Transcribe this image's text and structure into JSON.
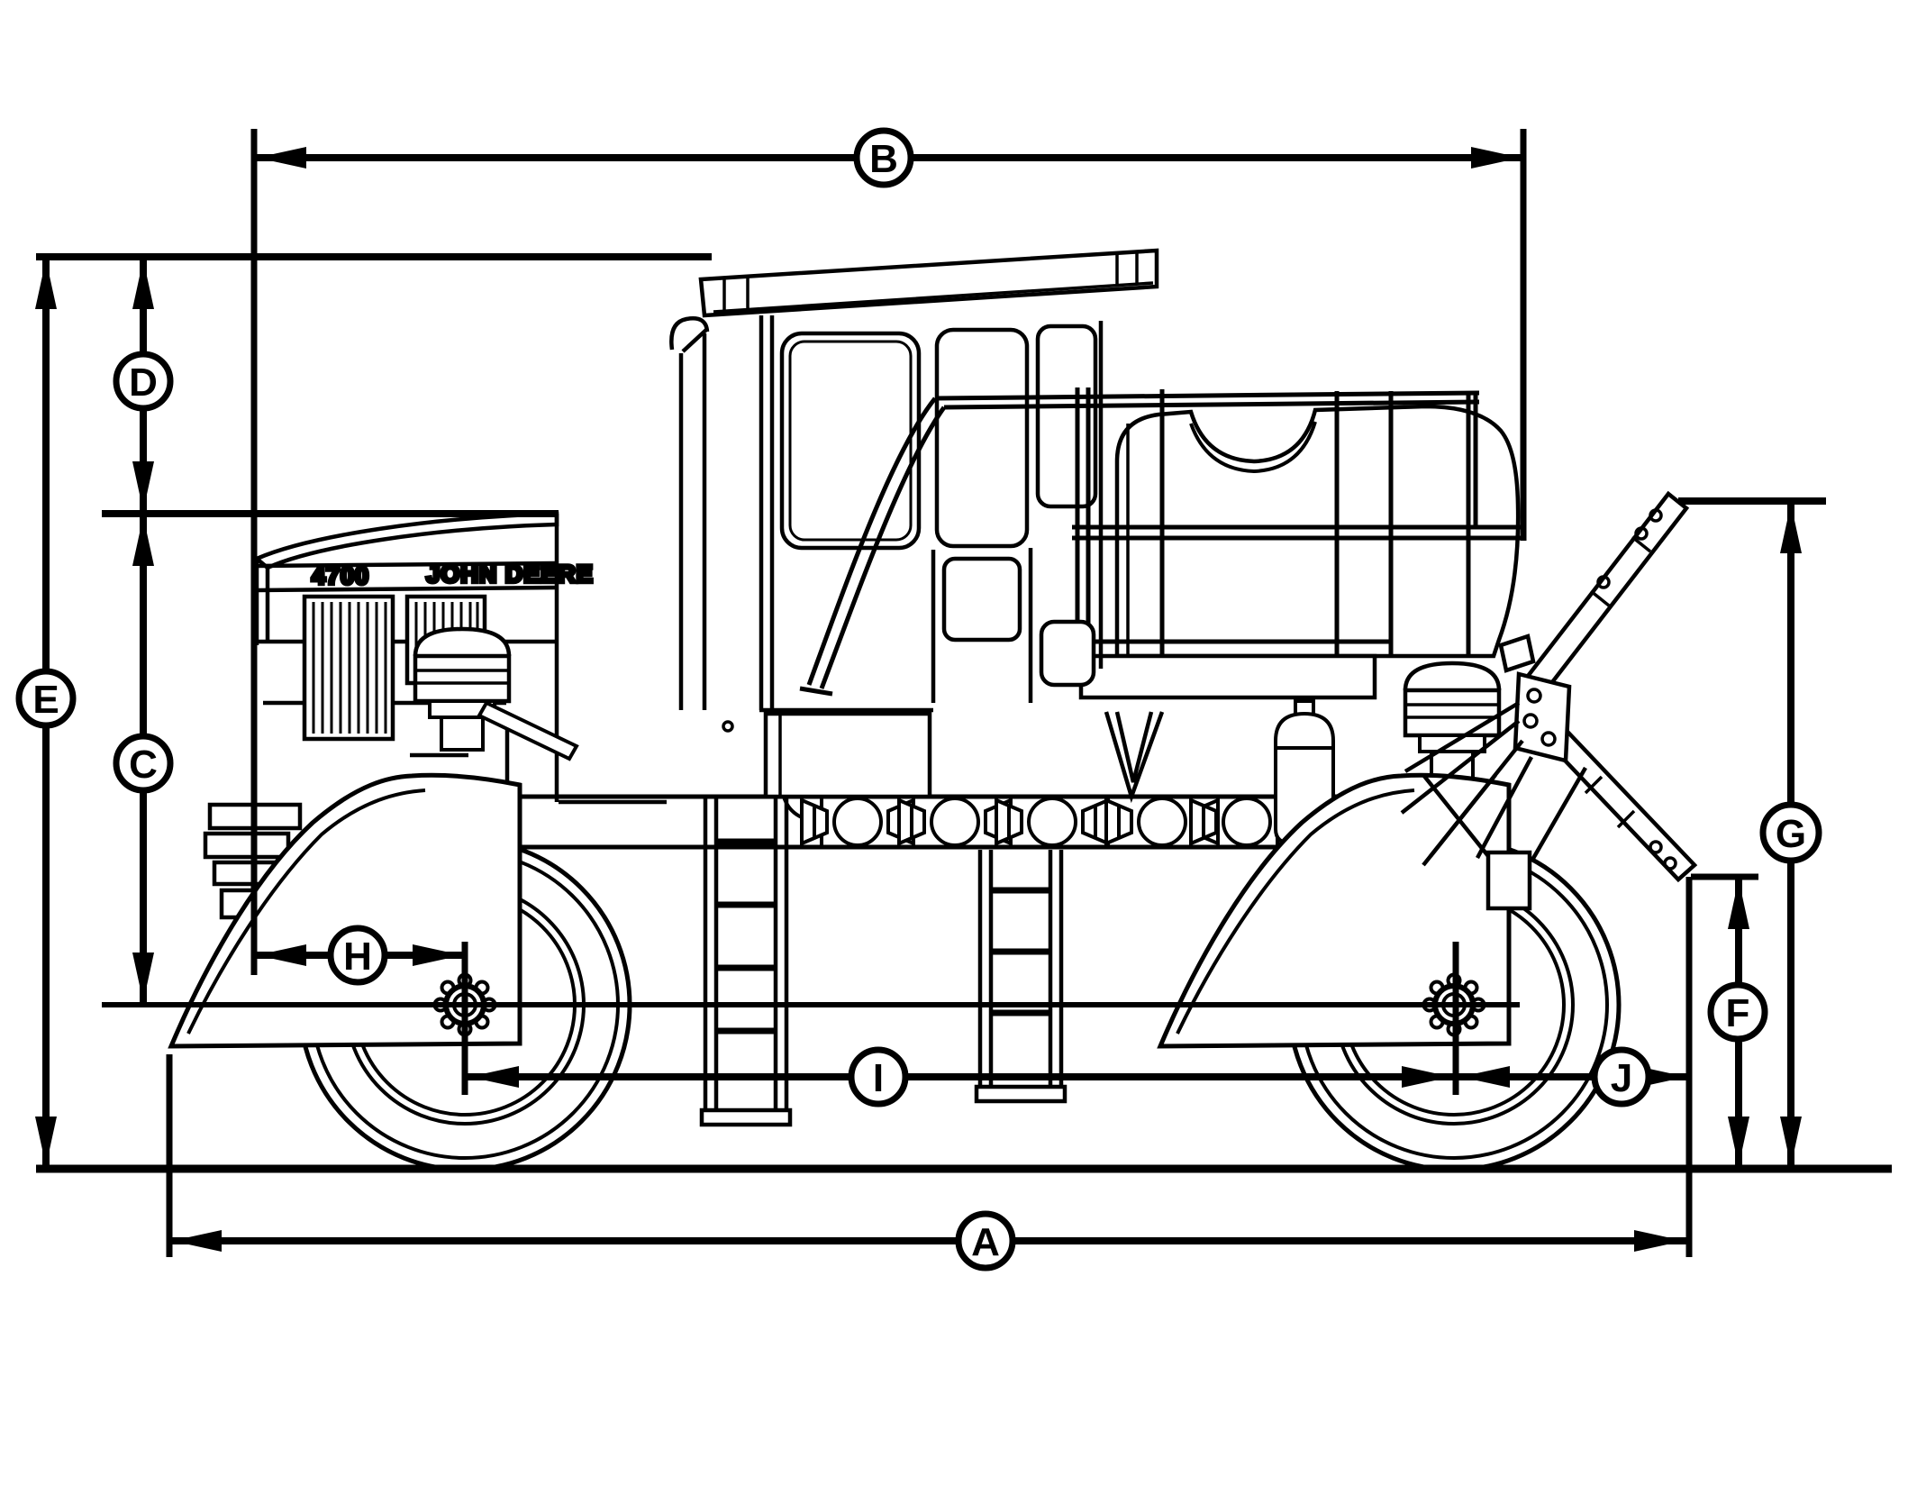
{
  "diagram": {
    "background_color": "#ffffff",
    "line_color": "#000000",
    "kind": "side-view dimension drawing of self-propelled sprayer"
  },
  "machine": {
    "model_label": "4700",
    "brand_label": "JOHN DEERE"
  },
  "dimension_labels": {
    "a": "A",
    "b": "B",
    "c": "C",
    "d": "D",
    "e": "E",
    "f": "F",
    "g": "G",
    "h": "H",
    "i": "I",
    "j": "J"
  }
}
